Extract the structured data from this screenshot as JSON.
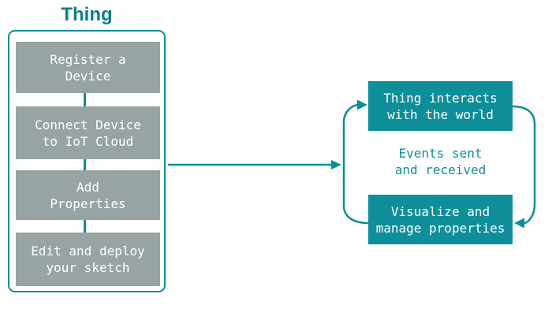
{
  "colors": {
    "teal": "#0E8E99",
    "teal_dark": "#0D7E8C",
    "gray": "#97A4A3",
    "box_text": "#FFFFFF",
    "background": "#FFFFFF"
  },
  "title": "Thing",
  "thing_steps": [
    {
      "label": "Register a\nDevice"
    },
    {
      "label": "Connect Device\nto IoT Cloud"
    },
    {
      "label": "Add\nProperties"
    },
    {
      "label": "Edit and deploy\nyour sketch"
    }
  ],
  "cycle": {
    "top_box_label": "Thing interacts\nwith the world",
    "middle_label": "Events sent\nand received",
    "bottom_box_label": "Visualize and\nmanage properties"
  }
}
